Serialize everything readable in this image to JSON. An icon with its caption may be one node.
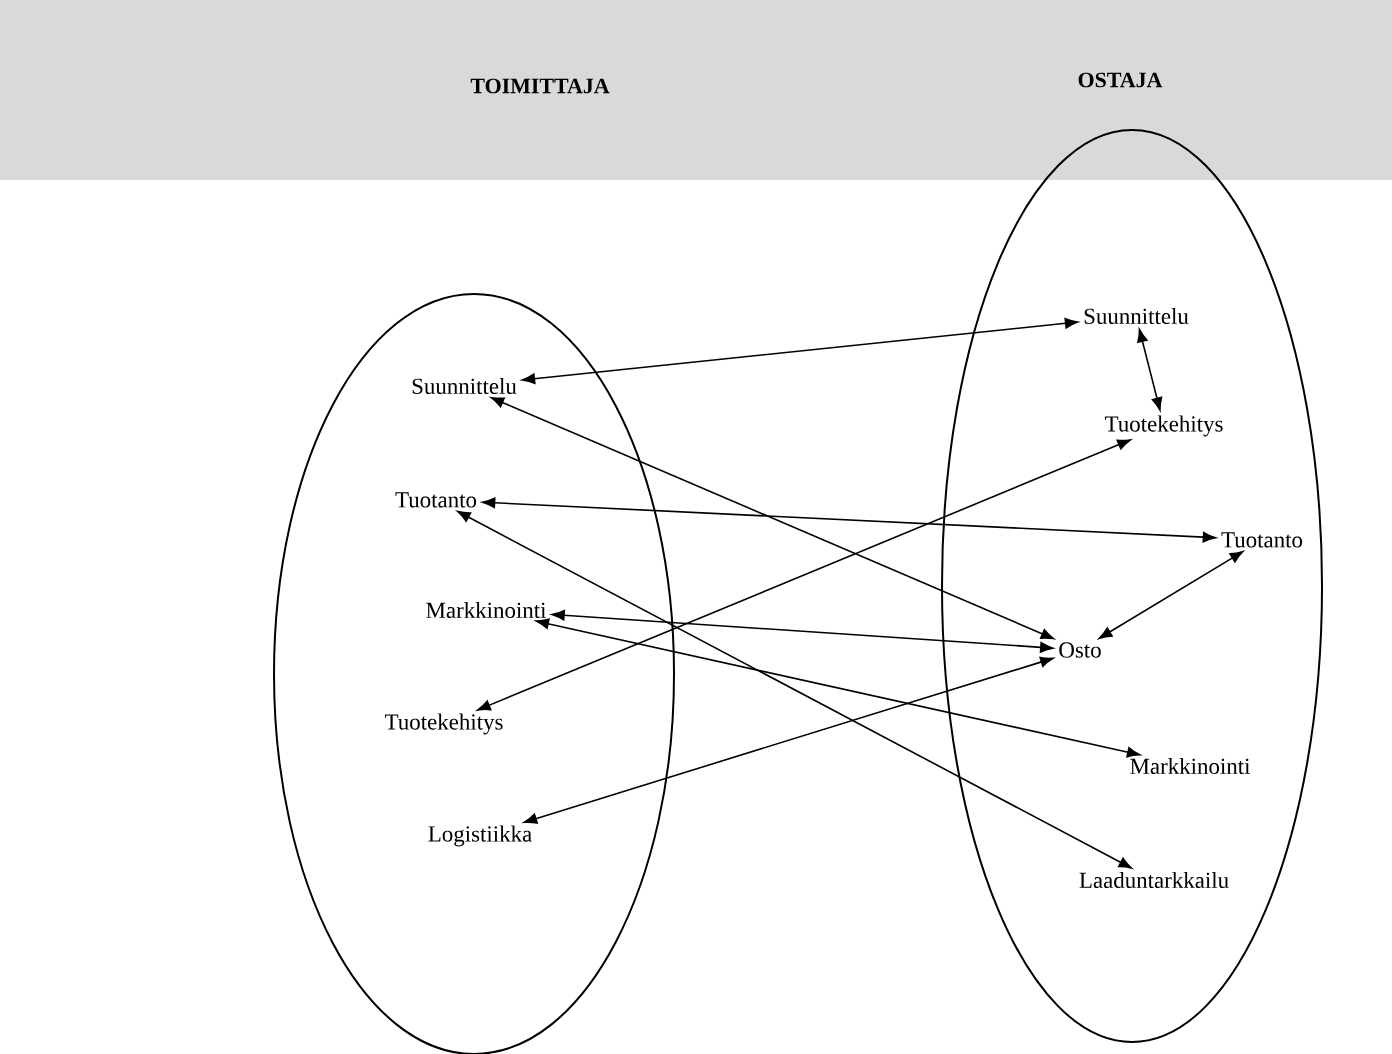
{
  "diagram": {
    "nodes": [
      {
        "text": [],
        "shape": "ellipse"
      },
      {
        "text": [],
        "shape": "ellipse"
      },
      {
        "text": [
          "Suunnittelu"
        ],
        "in": 0
      },
      {
        "text": [
          "Tuotanto"
        ],
        "in": 0
      },
      {
        "text": [
          "Markkinointi"
        ],
        "in": 0
      },
      {
        "text": [
          "Tuotekehitys"
        ],
        "in": 0
      },
      {
        "text": [
          "Logistiikka"
        ],
        "in": 0
      },
      {
        "text": [
          "Suunnittelu"
        ],
        "in": 1
      },
      {
        "text": [
          "Tuotekehitys"
        ],
        "in": 1
      },
      {
        "text": [
          "Tuotanto"
        ],
        "in": 1
      },
      {
        "text": [
          "Osto"
        ],
        "in": 1
      },
      {
        "text": [
          "Markkinointi"
        ],
        "in": 1
      },
      {
        "text": [
          "Laaduntarkkailu"
        ],
        "in": 1
      }
    ],
    "edges": [
      {
        "from": 2,
        "to": 7,
        "arrow": "both"
      },
      {
        "from": 2,
        "to": 10,
        "arrow": "both"
      },
      {
        "from": 3,
        "to": 9,
        "arrow": "both"
      },
      {
        "from": 3,
        "to": 12,
        "arrow": "both"
      },
      {
        "from": 4,
        "to": 10,
        "arrow": "both"
      },
      {
        "from": 4,
        "to": 11,
        "arrow": "both"
      },
      {
        "from": 5,
        "to": 8,
        "arrow": "both"
      },
      {
        "from": 6,
        "to": 10,
        "arrow": "both"
      },
      {
        "from": 7,
        "to": 8,
        "arrow": "both"
      },
      {
        "from": 9,
        "to": 10,
        "arrow": "both"
      }
    ],
    "labels": [
      "TOIMITTAJA",
      "OSTAJA"
    ]
  }
}
